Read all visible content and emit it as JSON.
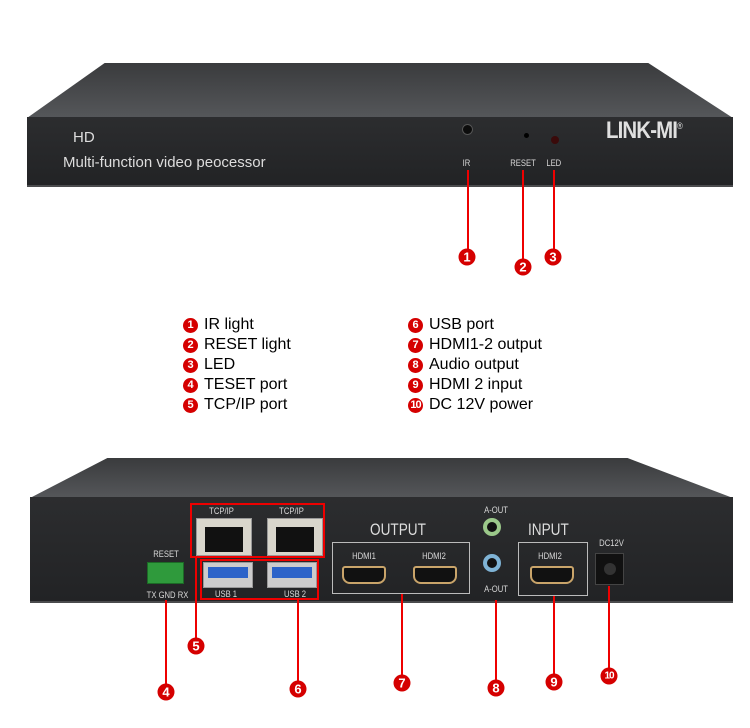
{
  "front": {
    "brand": "LINK-MI",
    "registered": "®",
    "title_line1": "HD",
    "title_line2": "Multi-function video peocessor",
    "ir_label": "IR",
    "reset_label": "RESET",
    "led_label": "LED"
  },
  "back": {
    "tcp1": "TCP/IP",
    "tcp2": "TCP/IP",
    "usb1": "USB 1",
    "usb2": "USB 2",
    "output_title": "OUTPUT",
    "hdmi1": "HDMI1",
    "hdmi2_out": "HDMI2",
    "aout_top": "A-OUT",
    "aout_bottom": "A-OUT",
    "input_title": "INPUT",
    "hdmi2_in": "HDMI2",
    "dc": "DC12V",
    "reset": "RESET",
    "terminal": "TX GND RX"
  },
  "markers": [
    "1",
    "2",
    "3",
    "4",
    "5",
    "6",
    "7",
    "8",
    "9",
    "10"
  ],
  "legend": [
    {
      "n": "1",
      "text": "IR light"
    },
    {
      "n": "2",
      "text": "RESET light"
    },
    {
      "n": "3",
      "text": "LED"
    },
    {
      "n": "4",
      "text": "TESET port"
    },
    {
      "n": "5",
      "text": "TCP/IP port"
    },
    {
      "n": "6",
      "text": "USB port"
    },
    {
      "n": "7",
      "text": "HDMI1-2 output"
    },
    {
      "n": "8",
      "text": "Audio output"
    },
    {
      "n": "9",
      "text": "HDMI 2 input"
    },
    {
      "n": "10",
      "text": "DC 12V power"
    }
  ],
  "colors": {
    "marker": "#d50000",
    "body": "#252628"
  }
}
